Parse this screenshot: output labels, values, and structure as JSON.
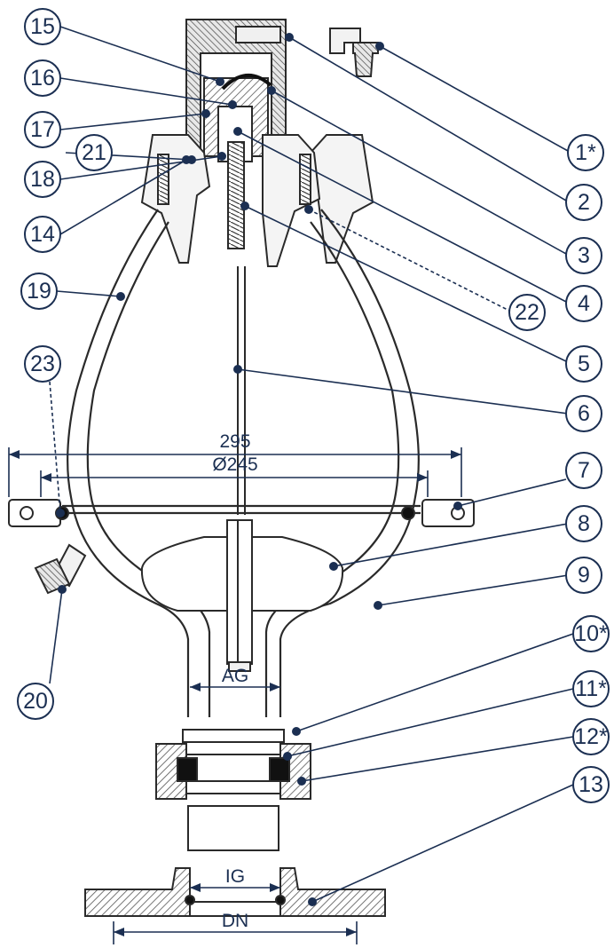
{
  "labels": {
    "p1": "1*",
    "p2": "2",
    "p3": "3",
    "p4": "4",
    "p5": "5",
    "p6": "6",
    "p7": "7",
    "p8": "8",
    "p9": "9",
    "p10": "10*",
    "p11": "11*",
    "p12": "12*",
    "p13": "13",
    "p14": "14",
    "p15": "15",
    "p16": "16",
    "p17": "17",
    "p18": "18",
    "p19": "19",
    "p20": "20",
    "p21": "21",
    "p22": "22",
    "p23": "23"
  },
  "dimensions": {
    "overall_width": "295",
    "diameter": "Ø245",
    "ag": "AG",
    "ig": "IG",
    "dn": "DN"
  },
  "colors": {
    "ink": "#1b2f52",
    "outline": "#2a2a2a",
    "hatch": "#555555"
  }
}
